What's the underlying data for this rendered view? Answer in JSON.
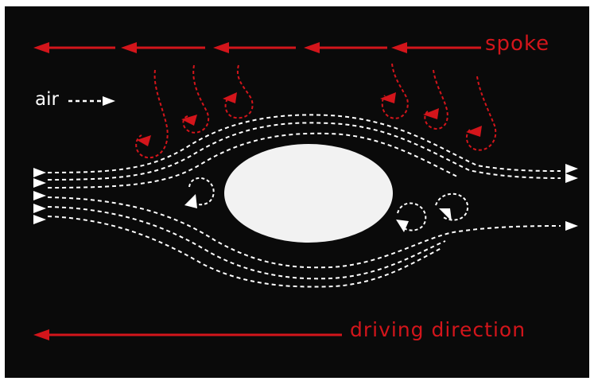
{
  "labels": {
    "spoke": "spoke",
    "air": "air",
    "driving_direction": "driving direction"
  },
  "colors": {
    "background": "#0a0a0a",
    "page": "#ffffff",
    "spoke_red": "#d3151b",
    "air_white": "#ffffff",
    "body": "#f2f2f2"
  }
}
